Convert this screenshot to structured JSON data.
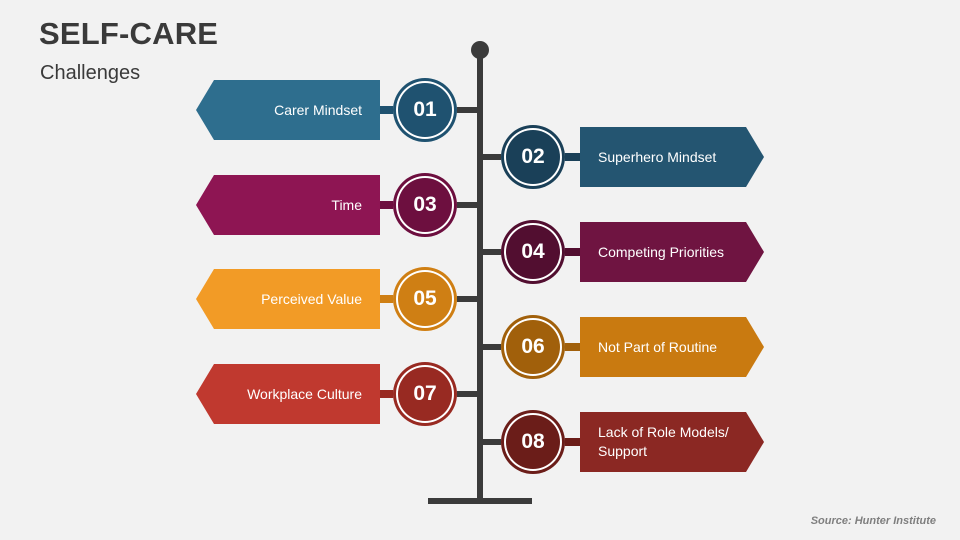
{
  "header": {
    "title": "SELF-CARE",
    "subtitle": "Challenges"
  },
  "source": "Source: Hunter Institute",
  "items": [
    {
      "number": "01",
      "label": "Carer Mindset",
      "side": "left",
      "color": "#2e6e8e",
      "dark": "#1f5270"
    },
    {
      "number": "02",
      "label": "Superhero Mindset",
      "side": "right",
      "color": "#245571",
      "dark": "#1a4058"
    },
    {
      "number": "03",
      "label": "Time",
      "side": "left",
      "color": "#8e1553",
      "dark": "#6d0f3f"
    },
    {
      "number": "04",
      "label": "Competing Priorities",
      "side": "right",
      "color": "#6f1441",
      "dark": "#520e30"
    },
    {
      "number": "05",
      "label": "Perceived Value",
      "side": "left",
      "color": "#f29b26",
      "dark": "#cf7f14"
    },
    {
      "number": "06",
      "label": "Not Part of Routine",
      "side": "right",
      "color": "#c97a10",
      "dark": "#a1600b"
    },
    {
      "number": "07",
      "label": "Workplace Culture",
      "side": "left",
      "color": "#c0392f",
      "dark": "#982a22"
    },
    {
      "number": "08",
      "label": "Lack of Role Models/   Support",
      "side": "right",
      "color": "#8b2823",
      "dark": "#6b1d19"
    }
  ]
}
